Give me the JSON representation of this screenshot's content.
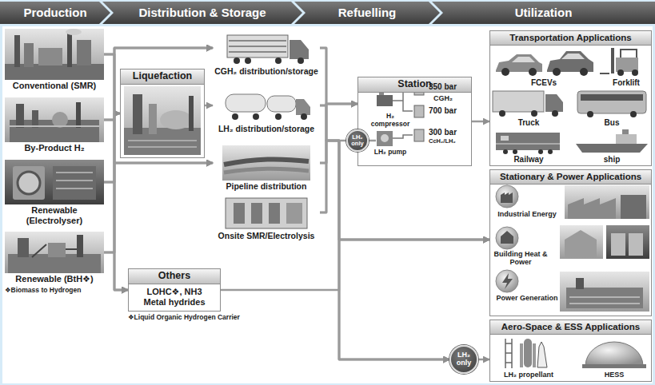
{
  "diagram": {
    "nodes": [
      {
        "text": [
          "Production"
        ]
      },
      {
        "text": [
          "Distribution & Storage"
        ]
      },
      {
        "text": [
          "Refuelling"
        ]
      },
      {
        "text": [
          "Utilization"
        ]
      },
      {
        "text": [
          "Conventional (SMR)"
        ]
      },
      {
        "text": [
          "By-Product H₂"
        ]
      },
      {
        "text": [
          "Renewable (Electrolyser)"
        ]
      },
      {
        "text": [
          "Renewable (BtH❖)"
        ]
      },
      {
        "text": [
          "Liquefaction"
        ]
      },
      {
        "text": [
          "CGH₂ distribution/storage"
        ]
      },
      {
        "text": [
          "LH₂ distribution/storage"
        ]
      },
      {
        "text": [
          "Pipeline distribution"
        ]
      },
      {
        "text": [
          "Onsite SMR/Electrolysis"
        ]
      },
      {
        "text": [
          "Others",
          "LOHC❖, NH3 Metal hydrides"
        ]
      },
      {
        "text": [
          "Station"
        ]
      },
      {
        "text": [
          "LH₂ only"
        ]
      },
      {
        "text": [
          "Transportation Applications"
        ]
      },
      {
        "text": [
          "Stationary & Power Applications"
        ]
      },
      {
        "text": [
          "Aero-Space & ESS Applications"
        ]
      },
      {
        "text": [
          "LH₂ only"
        ]
      }
    ],
    "edges": [
      {
        "from": 4,
        "to": 8,
        "arrow": "to"
      },
      {
        "from": 4,
        "to": 9,
        "arrow": "to"
      },
      {
        "from": 4,
        "to": 11,
        "arrow": "to"
      },
      {
        "from": 4,
        "to": 13,
        "arrow": "to"
      },
      {
        "from": 5,
        "to": 8,
        "arrow": "to"
      },
      {
        "from": 5,
        "to": 9,
        "arrow": "to"
      },
      {
        "from": 5,
        "to": 11,
        "arrow": "to"
      },
      {
        "from": 5,
        "to": 13,
        "arrow": "to"
      },
      {
        "from": 6,
        "to": 8,
        "arrow": "to"
      },
      {
        "from": 6,
        "to": 9,
        "arrow": "to"
      },
      {
        "from": 6,
        "to": 11,
        "arrow": "to"
      },
      {
        "from": 6,
        "to": 13,
        "arrow": "to"
      },
      {
        "from": 7,
        "to": 8,
        "arrow": "to"
      },
      {
        "from": 7,
        "to": 9,
        "arrow": "to"
      },
      {
        "from": 7,
        "to": 11,
        "arrow": "to"
      },
      {
        "from": 7,
        "to": 13,
        "arrow": "to"
      },
      {
        "from": 8,
        "to": 10,
        "arrow": "to"
      },
      {
        "from": 9,
        "to": 14,
        "arrow": "to"
      },
      {
        "from": 9,
        "to": 17,
        "arrow": "to"
      },
      {
        "from": 9,
        "to": 19,
        "arrow": "to"
      },
      {
        "from": 10,
        "to": 14,
        "arrow": "to"
      },
      {
        "from": 10,
        "to": 17,
        "arrow": "to"
      },
      {
        "from": 10,
        "to": 19,
        "arrow": "to"
      },
      {
        "from": 11,
        "to": 14,
        "arrow": "to"
      },
      {
        "from": 11,
        "to": 17,
        "arrow": "to"
      },
      {
        "from": 11,
        "to": 19,
        "arrow": "to"
      },
      {
        "from": 12,
        "to": 14,
        "arrow": "to"
      },
      {
        "from": 12,
        "to": 17,
        "arrow": "to"
      },
      {
        "from": 12,
        "to": 19,
        "arrow": "to"
      },
      {
        "from": 13,
        "to": 17,
        "arrow": "to"
      },
      {
        "from": 19,
        "to": 18,
        "arrow": "to"
      },
      {
        "from": 14,
        "to": 16,
        "arrow": "to"
      }
    ],
    "labels": [
      "❖Biomass to Hydrogen",
      "❖Liquid Organic Hydrogen Carrier",
      "H₂ compressor",
      "LH₂ pump",
      "350 bar",
      "CGH₂",
      "700 bar",
      "300 bar",
      "CcH₂/LH₂",
      "FCEVs",
      "Forklift",
      "Truck",
      "Bus",
      "Railway",
      "ship",
      "Industrial Energy",
      "Building Heat & Power",
      "Power Generation",
      "LH₂ propellant",
      "HESS"
    ]
  }
}
